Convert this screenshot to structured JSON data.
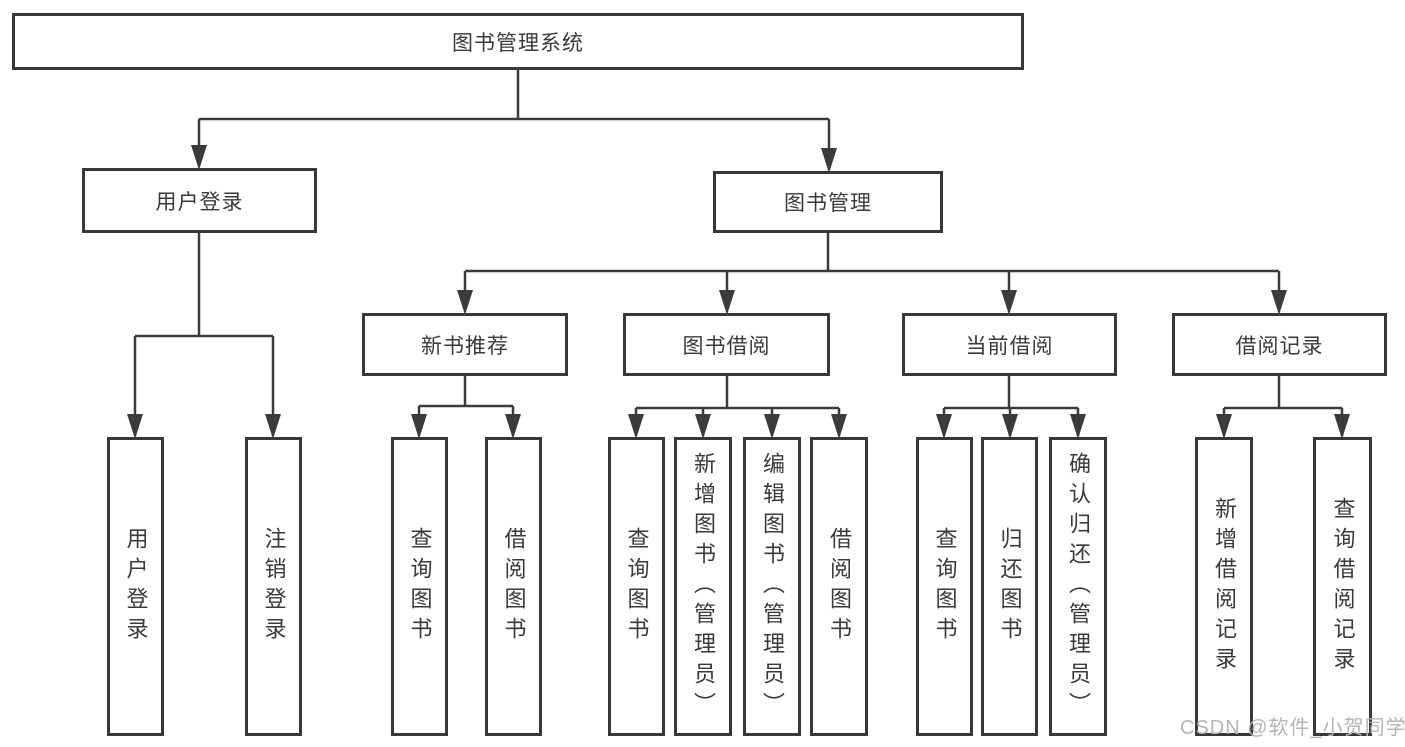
{
  "diagram": {
    "background": "#ffffff",
    "line_color": "#3b3b3b",
    "text_color": "#3a3a3a",
    "nodes": {
      "root": {
        "label": "图书管理系统"
      },
      "user_login": {
        "label": "用户登录"
      },
      "book_mgmt": {
        "label": "图书管理"
      },
      "new_book_rec": {
        "label": "新书推荐"
      },
      "book_borrow": {
        "label": "图书借阅"
      },
      "current_borrow": {
        "label": "当前借阅"
      },
      "borrow_record": {
        "label": "借阅记录"
      },
      "leaf_user_login": {
        "label": "用户登录"
      },
      "leaf_logout": {
        "label": "注销登录"
      },
      "leaf_rec_query_book": {
        "label": "查询图书"
      },
      "leaf_rec_borrow_book": {
        "label": "借阅图书"
      },
      "leaf_bb_query_book": {
        "label": "查询图书"
      },
      "leaf_bb_add_book": {
        "label": "新增图书（管理员）"
      },
      "leaf_bb_edit_book": {
        "label": "编辑图书（管理员）"
      },
      "leaf_bb_borrow_book": {
        "label": "借阅图书"
      },
      "leaf_cur_query_book": {
        "label": "查询图书"
      },
      "leaf_cur_return_book": {
        "label": "归还图书"
      },
      "leaf_cur_confirm_return": {
        "label": "确认归还（管理员）"
      },
      "leaf_rr_add_record": {
        "label": "新增借阅记录"
      },
      "leaf_rr_query_record": {
        "label": "查询借阅记录"
      }
    },
    "watermark": {
      "text": "CSDN @软件_小贺同学",
      "color": "#b5b5b5"
    }
  }
}
